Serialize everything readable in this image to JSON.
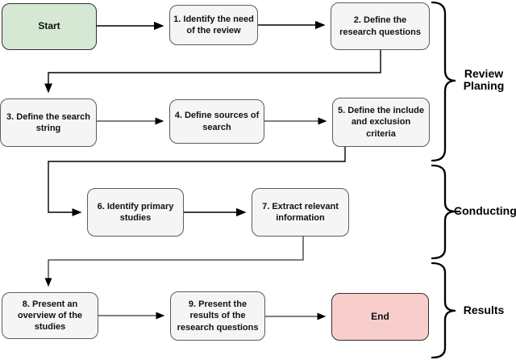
{
  "diagram": {
    "nodes": {
      "start": {
        "label": "Start"
      },
      "step1": {
        "label": "1. Identify the need\nof the review"
      },
      "step2": {
        "label": "2. Define the\nresearch questions"
      },
      "step3": {
        "label": "3. Define the search\nstring"
      },
      "step4": {
        "label": "4. Define sources of\nsearch"
      },
      "step5": {
        "label": "5. Define the include\nand exclusion\ncriteria"
      },
      "step6": {
        "label": "6. Identify primary\nstudies"
      },
      "step7": {
        "label": "7. Extract relevant\ninformation"
      },
      "step8": {
        "label": "8. Present an\noverview of the\nstudies"
      },
      "step9": {
        "label": "9. Present the\nresults of the\nresearch questions"
      },
      "end": {
        "label": "End"
      }
    },
    "phases": {
      "planning": {
        "label": "Review\nPlaning"
      },
      "conducting": {
        "label": "Conducting"
      },
      "results": {
        "label": "Results"
      }
    },
    "colors": {
      "start_fill": "#d5e8d4",
      "end_fill": "#f8cecc",
      "step_fill": "#f5f5f5",
      "line": "#000000"
    }
  }
}
